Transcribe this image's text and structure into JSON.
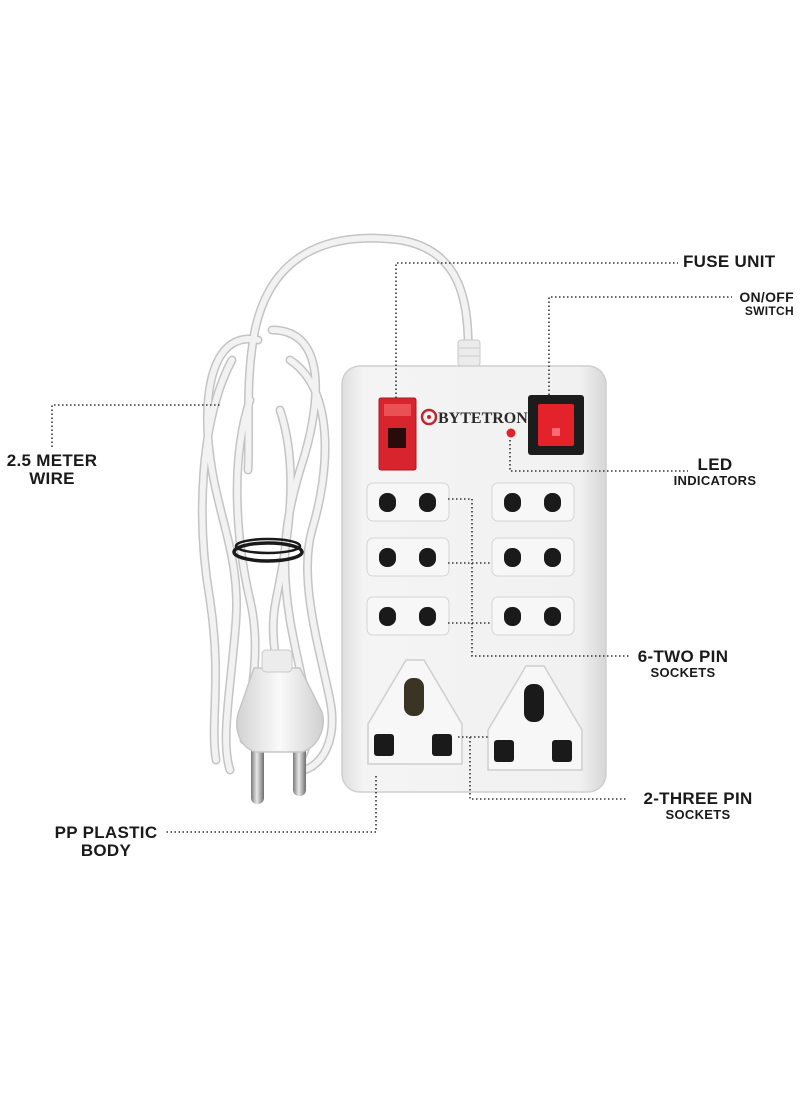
{
  "brand": {
    "name": "BYTETRONICS",
    "logo_color": "#c0282e"
  },
  "labels": {
    "fuse_unit": {
      "line1": "FUSE UNIT"
    },
    "on_off_switch": {
      "line1": "ON/OFF",
      "line2": "SWITCH"
    },
    "wire": {
      "line1": "2.5 METER",
      "line2": "WIRE"
    },
    "led_indicators": {
      "line1": "LED",
      "line2": "INDICATORS"
    },
    "two_pin_sockets": {
      "line1": "6-TWO PIN",
      "line2": "SOCKETS"
    },
    "three_pin_sockets": {
      "line1": "2-THREE PIN",
      "line2": "SOCKETS"
    },
    "body": {
      "line1": "PP PLASTIC",
      "line2": "BODY"
    }
  },
  "counts": {
    "two_pin_sockets": 6,
    "three_pin_sockets": 2
  },
  "colors": {
    "body": "#eeeeee",
    "fuse": "#d8242c",
    "switch_rocker": "#e3222b",
    "switch_bezel": "#1c1c1c",
    "led": "#e0242c",
    "socket_hole": "#1a1a1a",
    "leader_line": "#333333"
  }
}
